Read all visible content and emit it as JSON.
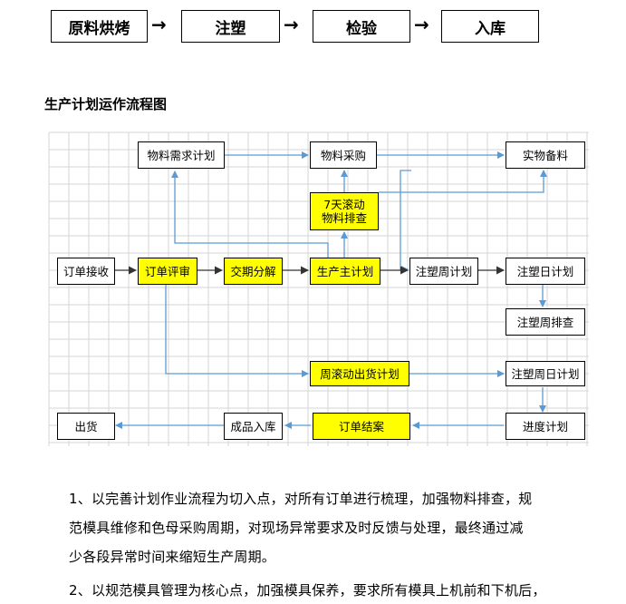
{
  "top_flow": {
    "steps": [
      "原料烘烤",
      "注塑",
      "检验",
      "入库"
    ],
    "arrow": "→"
  },
  "section_title": "生产计划运作流程图",
  "flowchart": {
    "nodes": {
      "material_demand_plan": "物料需求计划",
      "material_purchase": "物料采购",
      "physical_stock": "实物备料",
      "seven_day_check": "7天滚动\n物料排查",
      "order_receive": "订单接收",
      "order_review": "订单评审",
      "delivery_breakdown": "交期分解",
      "master_plan": "生产主计划",
      "molding_week_plan": "注塑周计划",
      "molding_day_plan": "注塑日计划",
      "molding_week_check": "注塑周排查",
      "weekly_shipment_plan": "周滚动出货计划",
      "molding_week_day_plan": "注塑周日计划",
      "shipment": "出货",
      "finished_storage": "成品入库",
      "order_close": "订单结案",
      "progress_plan": "进度计划"
    },
    "colors": {
      "highlight": "#ffff00",
      "connector": "#5b9bd5",
      "grid": "#d6d6d6"
    }
  },
  "paragraphs": {
    "p1_line1": "1、以完善计划作业流程为切入点，对所有订单进行梳理，加强物料排查，规",
    "p1_line2": "范模具维修和色母采购周期，对现场异常要求及时反馈与处理，最终通过减",
    "p1_line3": "少各段异常时间来缩短生产周期。",
    "p2_line1": "2、以规范模具管理为核心点，加强模具保养，要求所有模具上机前和下机后，"
  }
}
